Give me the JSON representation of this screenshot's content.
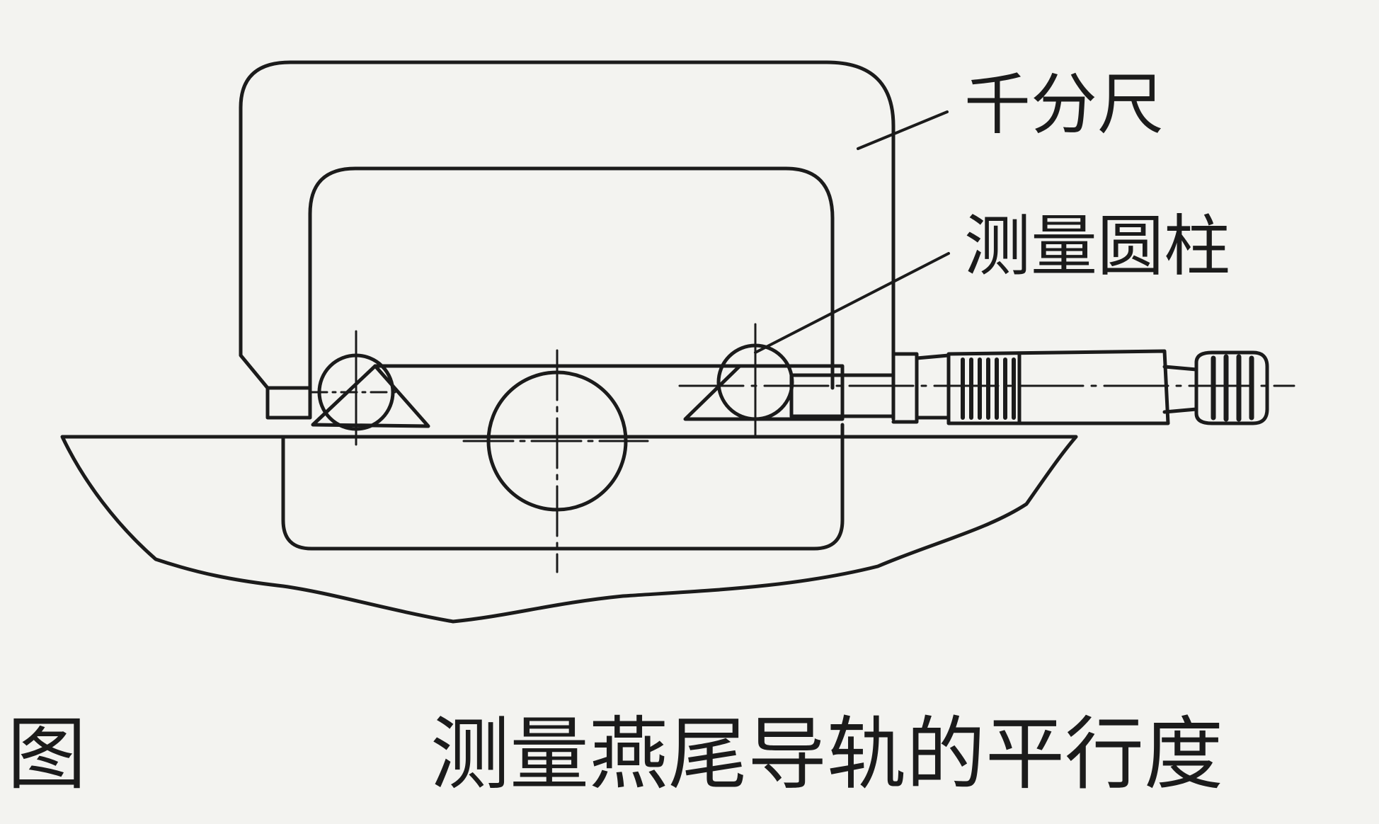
{
  "diagram": {
    "labels": {
      "micrometer": "千分尺",
      "measuring_cylinder": "测量圆柱"
    },
    "caption": {
      "prefix": "图",
      "title": "测量燕尾导轨的平行度"
    },
    "colors": {
      "ink": "#1b1b1b",
      "paper": "#f3f3f0"
    }
  }
}
